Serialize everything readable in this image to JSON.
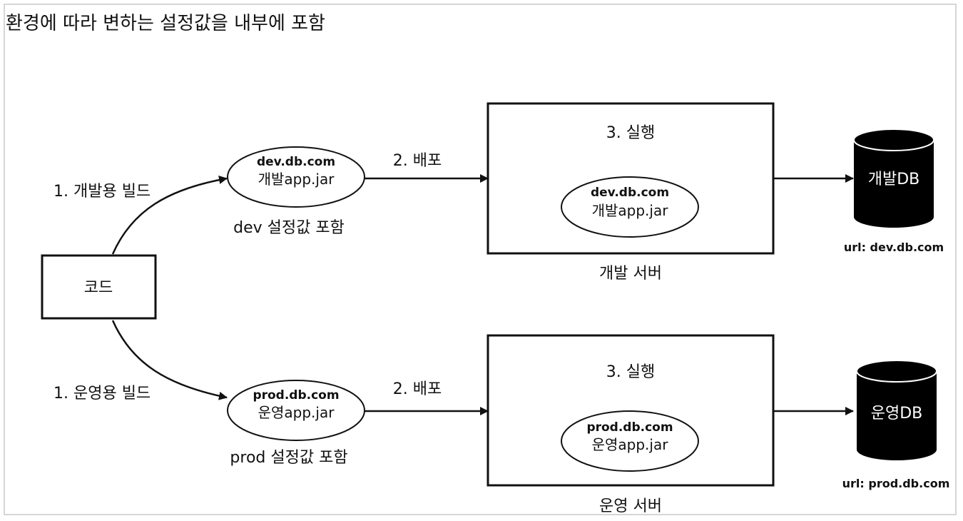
{
  "title": "환경에 따라 변하는 설정값을 내부에 포함",
  "code_box": {
    "label": "코드"
  },
  "dev": {
    "build_label": "1. 개발용 빌드",
    "artifact": {
      "url": "dev.db.com",
      "jar": "개발app.jar"
    },
    "artifact_caption": "dev 설정값 포함",
    "deploy_label": "2. 배포",
    "server": {
      "run_label": "3. 실행",
      "url": "dev.db.com",
      "jar": "개발app.jar",
      "caption": "개발 서버"
    },
    "db": {
      "label": "개발DB",
      "url_label": "url: dev.db.com"
    }
  },
  "prod": {
    "build_label": "1. 운영용 빌드",
    "artifact": {
      "url": "prod.db.com",
      "jar": "운영app.jar"
    },
    "artifact_caption": "prod 설정값 포함",
    "deploy_label": "2. 배포",
    "server": {
      "run_label": "3. 실행",
      "url": "prod.db.com",
      "jar": "운영app.jar",
      "caption": "운영 서버"
    },
    "db": {
      "label": "운영DB",
      "url_label": "url: prod.db.com"
    }
  }
}
